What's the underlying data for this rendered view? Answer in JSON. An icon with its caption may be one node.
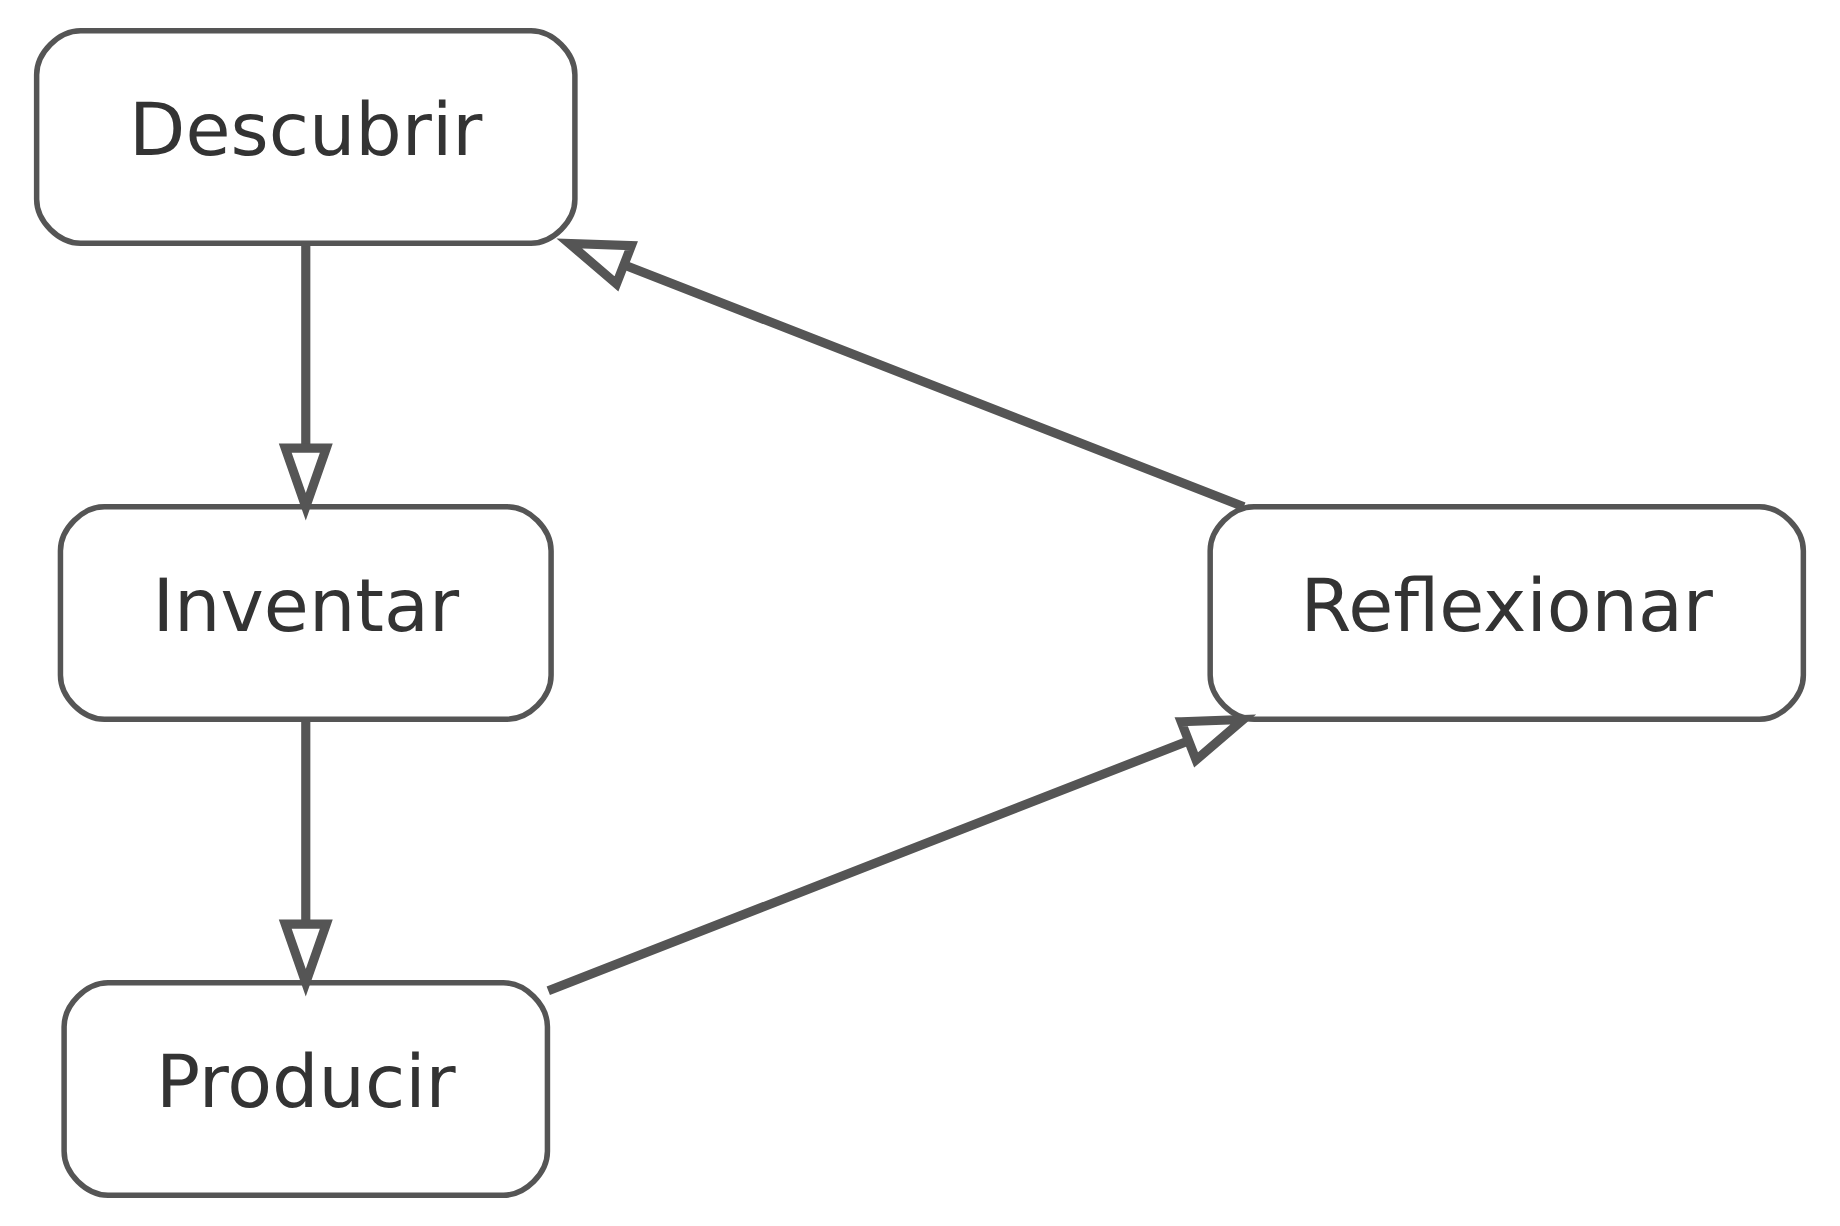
{
  "diagram": {
    "nodes": [
      {
        "text": [
          "Descubrir"
        ]
      },
      {
        "text": [
          "Inventar"
        ]
      },
      {
        "text": [
          "Producir"
        ]
      },
      {
        "text": [
          "Reflexionar"
        ]
      }
    ],
    "edges": [
      {
        "from": 0,
        "to": 1,
        "arrow": "to"
      },
      {
        "from": 1,
        "to": 2,
        "arrow": "to"
      },
      {
        "from": 2,
        "to": 3,
        "arrow": "to"
      },
      {
        "from": 3,
        "to": 0,
        "arrow": "to"
      }
    ]
  }
}
